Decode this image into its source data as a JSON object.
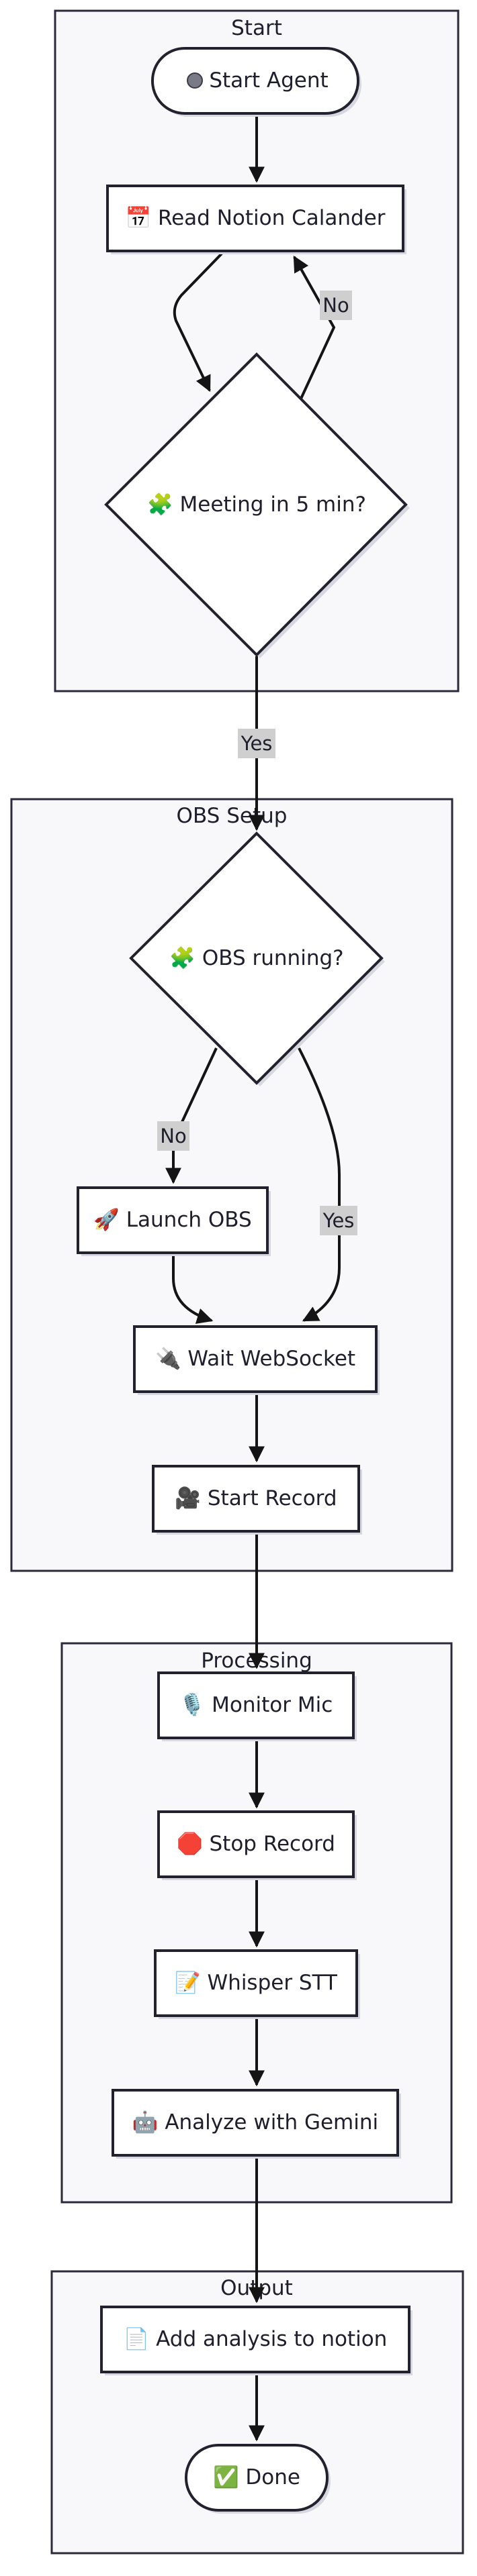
{
  "clusters": {
    "start": "Start",
    "obs": "OBS Setup",
    "processing": "Processing",
    "output": "Output"
  },
  "nodes": {
    "start_agent": "Start Agent",
    "read_notion": "📅 Read Notion Calander",
    "meeting_check": "🧩 Meeting in 5 min?",
    "obs_running": "🧩 OBS running?",
    "launch_obs": "🚀 Launch OBS",
    "wait_ws": "🔌 Wait WebSocket",
    "start_record": "🎥 Start Record",
    "monitor_mic": "🎙️ Monitor Mic",
    "stop_record": "🛑 Stop Record",
    "whisper": "📝 Whisper STT",
    "gemini": "🤖 Analyze with Gemini",
    "add_notion": "📄 Add analysis to notion",
    "done": "✅ Done"
  },
  "edge_labels": {
    "no_loop": "No",
    "yes_meeting": "Yes",
    "no_obs": "No",
    "yes_obs": "Yes"
  },
  "colors": {
    "cluster_fill": "#f8f8fb",
    "node_fill": "#ffffff",
    "stroke": "#22222f",
    "edge_label_bg": "#cfcfcf"
  }
}
